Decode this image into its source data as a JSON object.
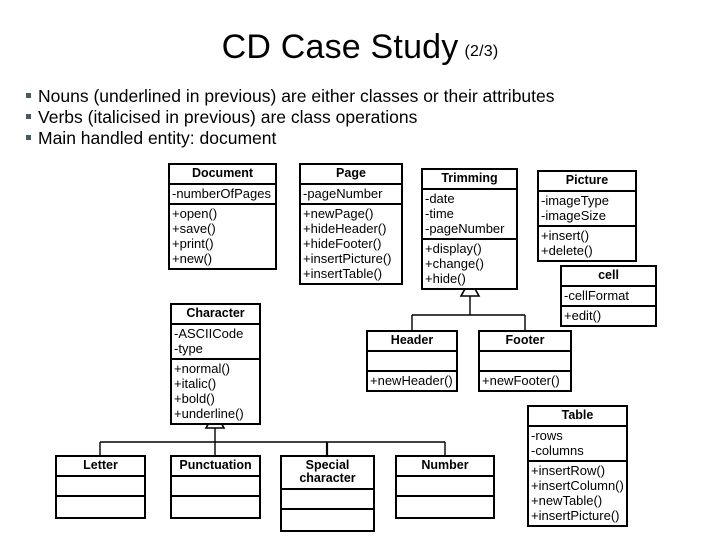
{
  "slide": {
    "title": "CD Case Study",
    "title_suffix": "(2/3)",
    "bullets": [
      "Nouns (underlined in previous) are either classes or their attributes",
      "Verbs (italicised in previous) are class operations",
      "Main handled entity: document"
    ],
    "bullet_marker_color": "#4a5a62"
  },
  "diagram": {
    "type": "uml-class-diagram",
    "line_color": "#000000",
    "box_border_color": "#000000",
    "box_fill": "#ffffff",
    "classes": [
      {
        "id": "document",
        "name": "Document",
        "attributes": [
          "-numberOfPages"
        ],
        "operations": [
          "+open()",
          "+save()",
          "+print()",
          "+new()"
        ]
      },
      {
        "id": "page",
        "name": "Page",
        "attributes": [
          "-pageNumber"
        ],
        "operations": [
          "+newPage()",
          "+hideHeader()",
          "+hideFooter()",
          "+insertPicture()",
          "+insertTable()"
        ]
      },
      {
        "id": "trimming",
        "name": "Trimming",
        "attributes": [
          "-date",
          "-time",
          "-pageNumber"
        ],
        "operations": [
          "+display()",
          "+change()",
          "+hide()"
        ]
      },
      {
        "id": "picture",
        "name": "Picture",
        "attributes": [
          "-imageType",
          "-imageSize"
        ],
        "operations": [
          "+insert()",
          "+delete()"
        ]
      },
      {
        "id": "cell",
        "name": "cell",
        "attributes": [
          "-cellFormat"
        ],
        "operations": [
          "+edit()"
        ]
      },
      {
        "id": "character",
        "name": "Character",
        "attributes": [
          "-ASCIICode",
          "-type"
        ],
        "operations": [
          "+normal()",
          "+italic()",
          "+bold()",
          "+underline()"
        ]
      },
      {
        "id": "header",
        "name": "Header",
        "attributes": [],
        "operations": [
          "+newHeader()"
        ]
      },
      {
        "id": "footer",
        "name": "Footer",
        "attributes": [],
        "operations": [
          "+newFooter()"
        ]
      },
      {
        "id": "table",
        "name": "Table",
        "attributes": [
          "-rows",
          "-columns"
        ],
        "operations": [
          "+insertRow()",
          "+insertColumn()",
          "+newTable()",
          "+insertPicture()"
        ]
      },
      {
        "id": "letter",
        "name": "Letter",
        "attributes": [],
        "operations": []
      },
      {
        "id": "punctuation",
        "name": "Punctuation",
        "attributes": [],
        "operations": []
      },
      {
        "id": "special-character",
        "name": "Special character",
        "name_line1": "Special",
        "name_line2": "character",
        "attributes": [],
        "operations": []
      },
      {
        "id": "number",
        "name": "Number",
        "attributes": [],
        "operations": []
      }
    ],
    "generalizations": [
      {
        "parent": "trimming",
        "children": [
          "header",
          "footer"
        ]
      },
      {
        "parent": "character",
        "children": [
          "letter",
          "punctuation",
          "special-character",
          "number"
        ]
      }
    ]
  }
}
